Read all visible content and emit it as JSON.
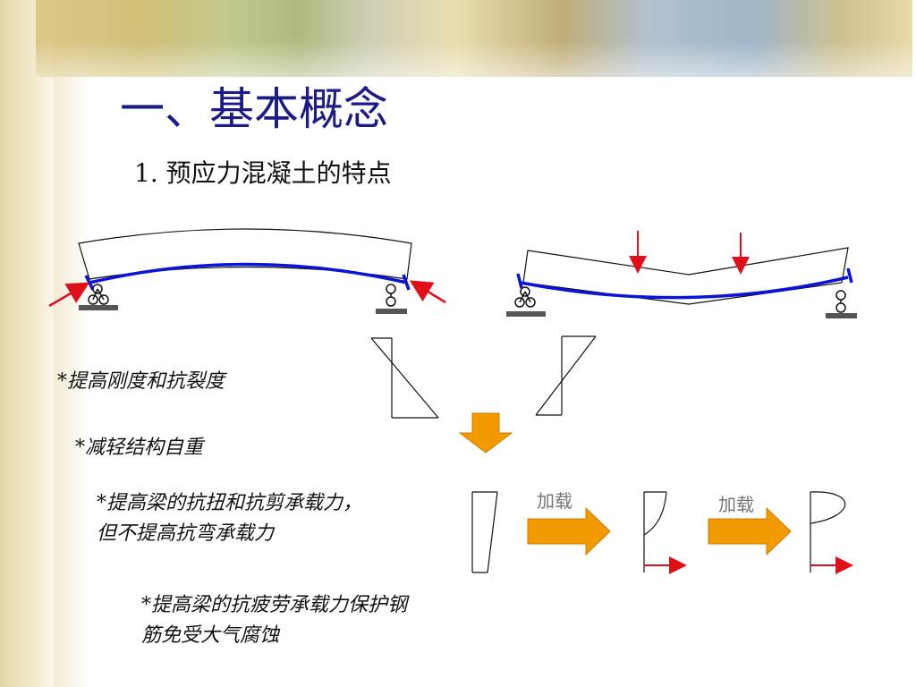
{
  "title": "一、基本概念",
  "subtitle": "1.  预应力混凝土的特点",
  "bullets": {
    "b1": "*提高刚度和抗裂度",
    "b2": "*减轻结构自重",
    "b3_line1": "*提高梁的抗扭和抗剪承载力，",
    "b3_line2": "但不提高抗弯承载力",
    "b4_line1": "*提高梁的抗疲劳承载力保护钢",
    "b4_line2": "筋免受大气腐蚀"
  },
  "labels": {
    "load1": "加载",
    "load2": "加载"
  },
  "colors": {
    "title": "#1b1b8a",
    "tendon": "#0a14d4",
    "force_arrow": "#e0101a",
    "orange_arrow": "#f39a00"
  }
}
